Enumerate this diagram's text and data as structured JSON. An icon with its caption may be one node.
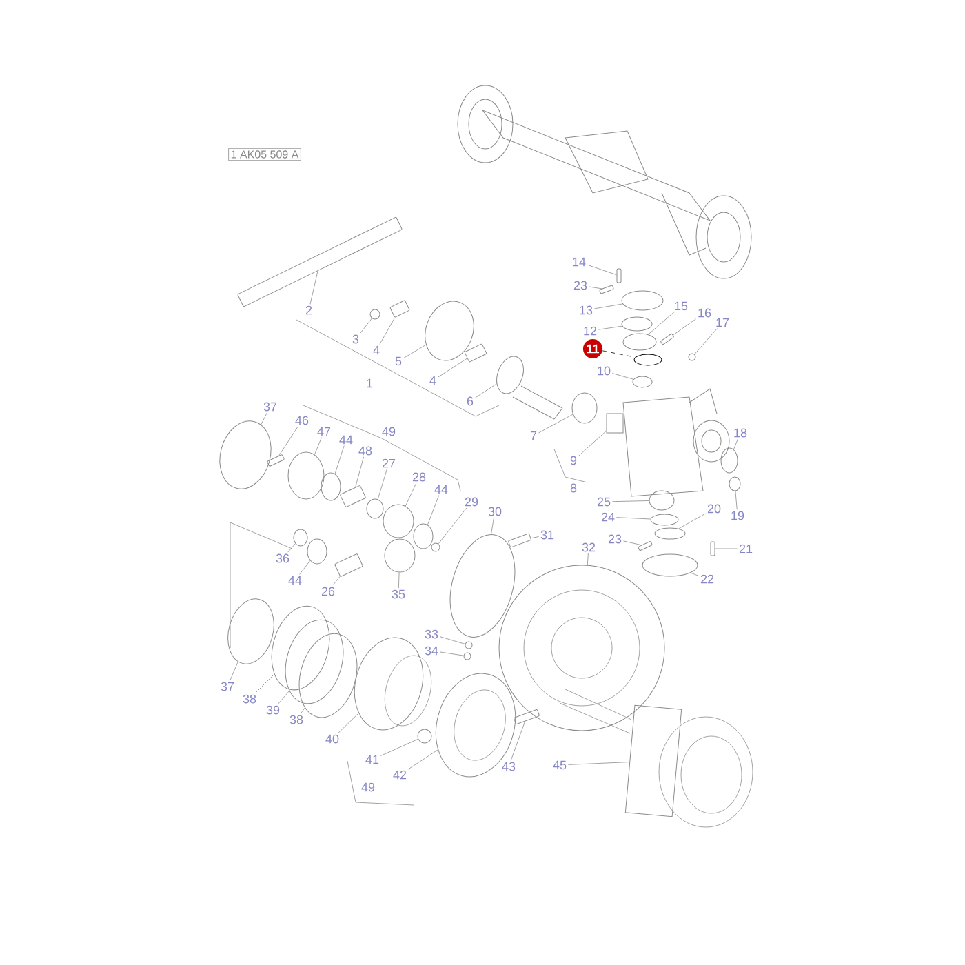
{
  "diagram": {
    "nodes": [
      {
        "text": [
          "2"
        ]
      },
      {
        "text": [
          "3"
        ]
      },
      {
        "text": [
          "4"
        ]
      },
      {
        "text": [
          "5"
        ]
      },
      {
        "text": [
          "1"
        ]
      },
      {
        "text": [
          "4"
        ]
      },
      {
        "text": [
          "6"
        ]
      },
      {
        "text": [
          "14"
        ]
      },
      {
        "text": [
          "23"
        ]
      },
      {
        "text": [
          "13"
        ]
      },
      {
        "text": [
          "15"
        ]
      },
      {
        "text": [
          "16"
        ]
      },
      {
        "text": [
          "17"
        ]
      },
      {
        "text": [
          "12"
        ]
      },
      {
        "text": [
          "11"
        ]
      },
      {
        "text": [
          "10"
        ]
      },
      {
        "text": [
          "7"
        ]
      },
      {
        "text": [
          "9"
        ]
      },
      {
        "text": [
          "18"
        ]
      },
      {
        "text": [
          "8"
        ]
      },
      {
        "text": [
          "25"
        ]
      },
      {
        "text": [
          "24"
        ]
      },
      {
        "text": [
          "23"
        ]
      },
      {
        "text": [
          "20"
        ]
      },
      {
        "text": [
          "19"
        ]
      },
      {
        "text": [
          "21"
        ]
      },
      {
        "text": [
          "22"
        ]
      },
      {
        "text": [
          "37"
        ]
      },
      {
        "text": [
          "46"
        ]
      },
      {
        "text": [
          "47"
        ]
      },
      {
        "text": [
          "44"
        ]
      },
      {
        "text": [
          "48"
        ]
      },
      {
        "text": [
          "49"
        ]
      },
      {
        "text": [
          "27"
        ]
      },
      {
        "text": [
          "28"
        ]
      },
      {
        "text": [
          "44"
        ]
      },
      {
        "text": [
          "29"
        ]
      },
      {
        "text": [
          "30"
        ]
      },
      {
        "text": [
          "31"
        ]
      },
      {
        "text": [
          "36"
        ]
      },
      {
        "text": [
          "44"
        ]
      },
      {
        "text": [
          "26"
        ]
      },
      {
        "text": [
          "35"
        ]
      },
      {
        "text": [
          "32"
        ]
      },
      {
        "text": [
          "33"
        ]
      },
      {
        "text": [
          "34"
        ]
      },
      {
        "text": [
          "37"
        ]
      },
      {
        "text": [
          "38"
        ]
      },
      {
        "text": [
          "39"
        ]
      },
      {
        "text": [
          "38"
        ]
      },
      {
        "text": [
          "40"
        ]
      },
      {
        "text": [
          "41"
        ]
      },
      {
        "text": [
          "42"
        ]
      },
      {
        "text": [
          "49"
        ]
      },
      {
        "text": [
          "43"
        ]
      },
      {
        "text": [
          "45"
        ]
      },
      {
        "text": [],
        "shape": "bar"
      },
      {
        "text": [],
        "shape": "circle"
      },
      {
        "text": [],
        "shape": "bar"
      },
      {
        "text": [],
        "shape": "circle"
      },
      {
        "text": [],
        "shape": "bar"
      },
      {
        "text": [],
        "shape": "circle"
      },
      {
        "text": [],
        "shape": "bar"
      },
      {
        "text": [],
        "shape": "bar"
      },
      {
        "text": [],
        "shape": "circle"
      },
      {
        "text": [],
        "shape": "circle"
      },
      {
        "text": [],
        "shape": "bar"
      },
      {
        "text": [],
        "shape": "circle"
      },
      {
        "text": [],
        "shape": "circle"
      },
      {
        "text": [],
        "shape": "circle"
      },
      {
        "text": [],
        "shape": "circle"
      },
      {
        "text": [],
        "shape": "circle"
      },
      {
        "text": [],
        "shape": "box"
      },
      {
        "text": [],
        "shape": "circle"
      },
      {
        "text": [],
        "shape": "circle"
      },
      {
        "text": [],
        "shape": "circle"
      },
      {
        "text": [],
        "shape": "bar"
      },
      {
        "text": [],
        "shape": "circle"
      },
      {
        "text": [],
        "shape": "circle"
      },
      {
        "text": [],
        "shape": "bar"
      },
      {
        "text": [],
        "shape": "circle"
      },
      {
        "text": [],
        "shape": "circle"
      },
      {
        "text": [],
        "shape": "bar"
      },
      {
        "text": [],
        "shape": "circle"
      },
      {
        "text": [],
        "shape": "circle"
      },
      {
        "text": [],
        "shape": "bar"
      },
      {
        "text": [],
        "shape": "circle"
      },
      {
        "text": [],
        "shape": "circle"
      },
      {
        "text": [],
        "shape": "circle"
      },
      {
        "text": [],
        "shape": "circle"
      },
      {
        "text": [],
        "shape": "circle"
      },
      {
        "text": [],
        "shape": "bar"
      },
      {
        "text": [],
        "shape": "circle"
      },
      {
        "text": [],
        "shape": "circle"
      },
      {
        "text": [],
        "shape": "bar"
      },
      {
        "text": [],
        "shape": "circle"
      },
      {
        "text": [],
        "shape": "circle"
      },
      {
        "text": [],
        "shape": "circle"
      },
      {
        "text": [],
        "shape": "circle"
      },
      {
        "text": [],
        "shape": "circle"
      },
      {
        "text": [],
        "shape": "circle"
      },
      {
        "text": [],
        "shape": "circle"
      },
      {
        "text": [],
        "shape": "circle"
      },
      {
        "text": [],
        "shape": "circle"
      },
      {
        "text": [],
        "shape": "circle"
      },
      {
        "text": [],
        "shape": "circle"
      },
      {
        "text": [],
        "shape": "bar"
      },
      {
        "text": [],
        "shape": "box"
      }
    ],
    "edges": [
      {
        "from": 0,
        "to": 56,
        "arrow": "none"
      },
      {
        "from": 1,
        "to": 57,
        "arrow": "none"
      },
      {
        "from": 2,
        "to": 58,
        "arrow": "none"
      },
      {
        "from": 3,
        "to": 59,
        "arrow": "none"
      },
      {
        "from": 5,
        "to": 60,
        "arrow": "none"
      },
      {
        "from": 6,
        "to": 61,
        "arrow": "none"
      },
      {
        "from": 7,
        "to": 62,
        "arrow": "none"
      },
      {
        "from": 8,
        "to": 63,
        "arrow": "none"
      },
      {
        "from": 9,
        "to": 64,
        "arrow": "none"
      },
      {
        "from": 10,
        "to": 65,
        "arrow": "none"
      },
      {
        "from": 11,
        "to": 66,
        "arrow": "none"
      },
      {
        "from": 12,
        "to": 67,
        "arrow": "none"
      },
      {
        "from": 13,
        "to": 68,
        "arrow": "none"
      },
      {
        "from": 14,
        "to": 69,
        "arrow": "none",
        "style": "dashed",
        "color": "#000000"
      },
      {
        "from": 15,
        "to": 70,
        "arrow": "none"
      },
      {
        "from": 16,
        "to": 71,
        "arrow": "none"
      },
      {
        "from": 17,
        "to": 72,
        "arrow": "none"
      },
      {
        "from": 18,
        "to": 73,
        "arrow": "none"
      },
      {
        "from": 20,
        "to": 74,
        "arrow": "none"
      },
      {
        "from": 21,
        "to": 75,
        "arrow": "none"
      },
      {
        "from": 22,
        "to": 76,
        "arrow": "none"
      },
      {
        "from": 23,
        "to": 77,
        "arrow": "none"
      },
      {
        "from": 24,
        "to": 78,
        "arrow": "none"
      },
      {
        "from": 25,
        "to": 79,
        "arrow": "none"
      },
      {
        "from": 26,
        "to": 80,
        "arrow": "none"
      },
      {
        "from": 27,
        "to": 81,
        "arrow": "none"
      },
      {
        "from": 28,
        "to": 82,
        "arrow": "none"
      },
      {
        "from": 29,
        "to": 83,
        "arrow": "none"
      },
      {
        "from": 30,
        "to": 84,
        "arrow": "none"
      },
      {
        "from": 31,
        "to": 85,
        "arrow": "none"
      },
      {
        "from": 33,
        "to": 86,
        "arrow": "none"
      },
      {
        "from": 34,
        "to": 87,
        "arrow": "none"
      },
      {
        "from": 35,
        "to": 88,
        "arrow": "none"
      },
      {
        "from": 36,
        "to": 89,
        "arrow": "none"
      },
      {
        "from": 37,
        "to": 90,
        "arrow": "none"
      },
      {
        "from": 38,
        "to": 91,
        "arrow": "none"
      },
      {
        "from": 39,
        "to": 92,
        "arrow": "none"
      },
      {
        "from": 40,
        "to": 93,
        "arrow": "none"
      },
      {
        "from": 41,
        "to": 94,
        "arrow": "none"
      },
      {
        "from": 42,
        "to": 95,
        "arrow": "none"
      },
      {
        "from": 43,
        "to": 96,
        "arrow": "none"
      },
      {
        "from": 44,
        "to": 97,
        "arrow": "none"
      },
      {
        "from": 45,
        "to": 98,
        "arrow": "none"
      },
      {
        "from": 46,
        "to": 99,
        "arrow": "none"
      },
      {
        "from": 47,
        "to": 100,
        "arrow": "none"
      },
      {
        "from": 48,
        "to": 101,
        "arrow": "none"
      },
      {
        "from": 49,
        "to": 102,
        "arrow": "none"
      },
      {
        "from": 50,
        "to": 103,
        "arrow": "none"
      },
      {
        "from": 51,
        "to": 104,
        "arrow": "none"
      },
      {
        "from": 52,
        "to": 105,
        "arrow": "none"
      },
      {
        "from": 54,
        "to": 106,
        "arrow": "none"
      },
      {
        "from": 55,
        "to": 107,
        "arrow": "none"
      }
    ],
    "labels": [
      "1 AK05 509 A"
    ]
  }
}
